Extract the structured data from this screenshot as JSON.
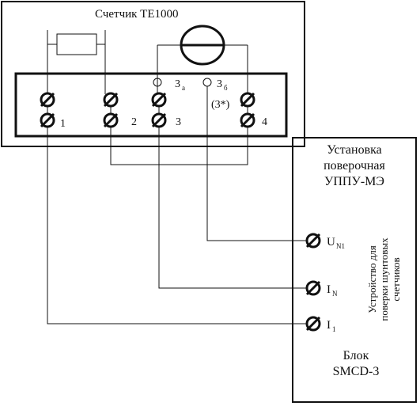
{
  "meter": {
    "title": "Счетчик ТЕ1000",
    "terminal_labels": [
      "1",
      "2",
      "3",
      "4"
    ],
    "aux_label_3a": "3",
    "aux_label_3a_sub": "а",
    "aux_label_3b": "3",
    "aux_label_3b_sub": "б",
    "aux_label_3star": "(3*)"
  },
  "installation": {
    "title_line1": "Установка",
    "title_line2": "поверочная",
    "title_line3": "УППУ-МЭ",
    "device_line1": "Устройство для",
    "device_line2": "поверки шунтовых",
    "device_line3": "счетчиков",
    "block_line1": "Блок",
    "block_line2": "SMCD-3",
    "terminals": [
      {
        "main": "U",
        "sub": "N1"
      },
      {
        "main": "I",
        "sub": "N"
      },
      {
        "main": "I",
        "sub": "1"
      }
    ]
  }
}
